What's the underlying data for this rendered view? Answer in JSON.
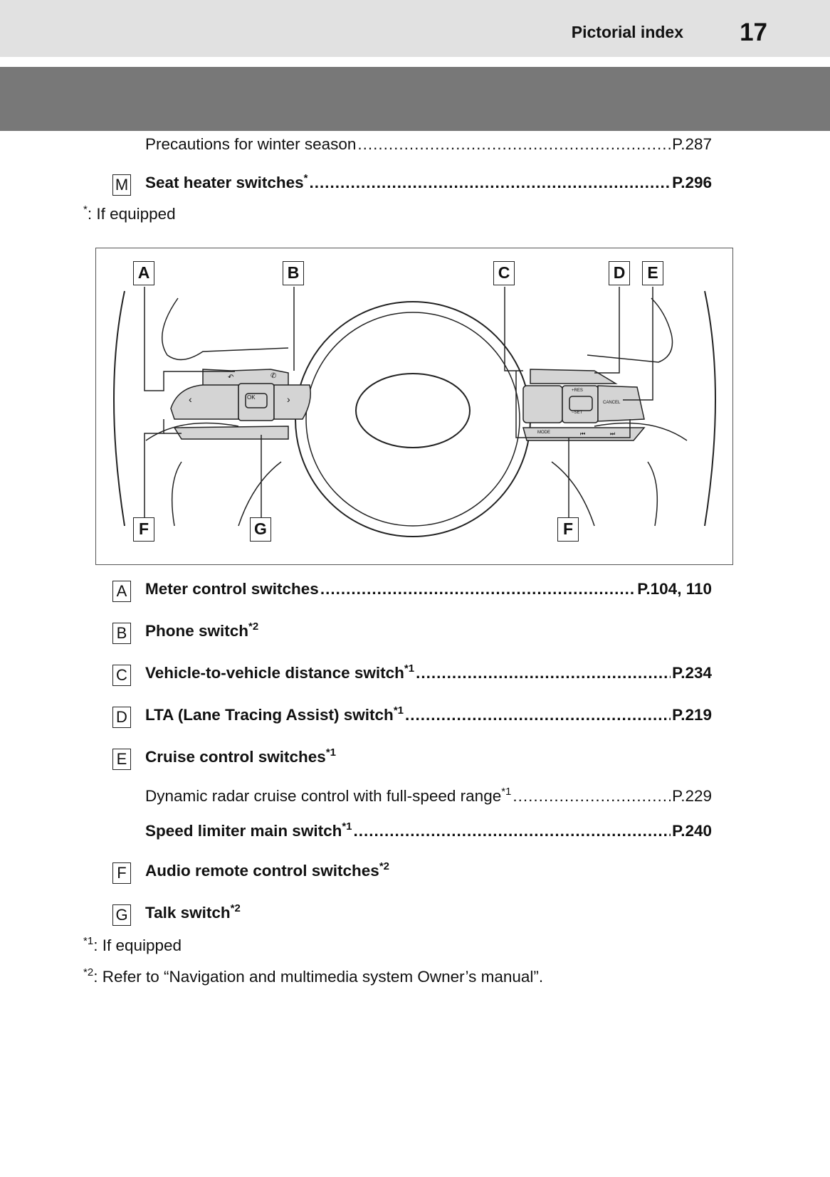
{
  "header": {
    "title": "Pictorial index",
    "page_number": "17"
  },
  "top_entries": [
    {
      "key": "",
      "label": "Precautions for winter season",
      "sup": "",
      "page": "P.287",
      "bold": false
    },
    {
      "key": "M",
      "label": "Seat heater switches",
      "sup": "*",
      "page": "P.296",
      "bold": true
    }
  ],
  "top_note": {
    "mark": "*",
    "text": ": If equipped"
  },
  "figure": {
    "callouts": [
      "A",
      "B",
      "C",
      "D",
      "E",
      "F",
      "G",
      "F"
    ],
    "switch_labels": {
      "ok": "OK",
      "res": "+RES",
      "set": "−SET",
      "cancel": "CANCEL",
      "mode": "MODE"
    }
  },
  "entries": [
    {
      "key": "A",
      "label": "Meter control switches",
      "sup": "",
      "page": "P.104, 110"
    },
    {
      "key": "B",
      "label": "Phone switch",
      "sup": "*2",
      "page": ""
    },
    {
      "key": "C",
      "label": "Vehicle-to-vehicle distance switch",
      "sup": "*1",
      "page": "P.234"
    },
    {
      "key": "D",
      "label": "LTA (Lane Tracing Assist) switch",
      "sup": "*1",
      "page": "P.219"
    },
    {
      "key": "E",
      "label": "Cruise control switches",
      "sup": "*1",
      "page": ""
    },
    {
      "key": "",
      "label": "Dynamic radar cruise control with full-speed range",
      "sup": "*1",
      "page": "P.229",
      "bold": false
    },
    {
      "key": "",
      "label": "Speed limiter main switch",
      "sup": "*1",
      "page": "P.240",
      "bold": true
    },
    {
      "key": "F",
      "label": "Audio remote control switches",
      "sup": "*2",
      "page": ""
    },
    {
      "key": "G",
      "label": "Talk switch",
      "sup": "*2",
      "page": ""
    }
  ],
  "footnotes": [
    {
      "mark": "*1",
      "text": ": If equipped"
    },
    {
      "mark": "*2",
      "text": ": Refer to “Navigation and multimedia system Owner’s manual”."
    }
  ]
}
